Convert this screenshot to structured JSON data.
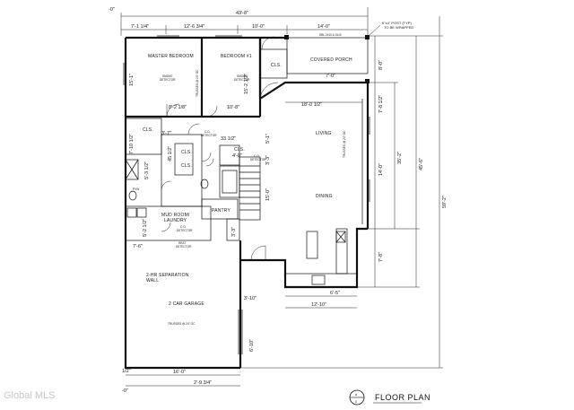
{
  "title": "FLOOR PLAN",
  "section_marker": {
    "top": "A",
    "bottom": "6"
  },
  "watermark": "Global MLS",
  "post_note": {
    "line1": "6\"x4\" POST (TYP)",
    "line2": "TO BE WRAPPED"
  },
  "header_note": "DBL 2x10 & 2x10",
  "rooms": {
    "master_bedroom": "MASTER BEDROOM",
    "bedroom1": "BEDROOM #1",
    "covered_porch": "COVERED PORCH",
    "cls_bed": "CLS.",
    "cls_left": "CLS.",
    "cls_small1": "CLS.",
    "cls_small2": "CLS.",
    "cls_hall": "CLS.",
    "living": "LIVING",
    "dining": "DINING",
    "mudroom": "MUD ROOM/",
    "laundry": "LAUNDRY",
    "pantry": "PANTRY",
    "garage": "2 CAR GARAGE",
    "separation1": "2-HR SEPARATION",
    "separation2": "WALL"
  },
  "notes": {
    "smoke1a": "SMOKE",
    "smoke1b": "DETECTOR",
    "smoke2a": "SMOKE",
    "smoke2b": "DETECTOR",
    "co1a": "C.O.",
    "co1b": "DETECTOR",
    "co2a": "C.O.",
    "co2b": "DETECTOR",
    "co3a": "C.O.",
    "co3b": "DETECTOR",
    "heat1": "HEAT",
    "heat2": "DETECTOR",
    "trusses_garage": "TRUSSES @ 24\" OC",
    "trusses_living": "TRUSSES @ 24\" OC",
    "trusses_bed": "TRUSSES @ 24\" OC",
    "pvw": "PVW"
  },
  "dimensions": {
    "overall_width": "43'-8\"",
    "top_left_frag": "-0\"",
    "top1": "7'-1 1/4\"",
    "top2": "12'-6 3/4\"",
    "top3": "10'-0\"",
    "top4": "14'-0\"",
    "porch_depth": "7'-0\"",
    "master_depth": "15'-1\"",
    "bed1_depth": "15'-2 1/2\"",
    "bed1_width": "10'-8\"",
    "master_closet": "8'-2 1/8\"",
    "living_width": "18'-0 1/2\"",
    "hall_width": "33 1/2\"",
    "cls_width": "4'-0\"",
    "hall_depth": "3'-7\"",
    "left_cls": "7'-10 1/2\"",
    "bath_a": "45 1/2\"",
    "bath_b": "5'-3 1/2\"",
    "stair_a": "5'-1\"",
    "stair_b": "3'-3\"",
    "stair_c": "15'-0\"",
    "laundry_h": "5'-2 1/2\"",
    "laundry_w": "7'-6\"",
    "pantry_h": "3'-3\"",
    "right_a": "8'-0\"",
    "right_b": "7'-8 1/2\"",
    "right_c": "14'-0\"",
    "right_d": "7'-8\"",
    "right_total1": "35'-2\"",
    "right_total2": "45'-6\"",
    "right_total3": "59'-2\"",
    "kitchen_w": "6'-5\"",
    "kitchen_total": "12'-10\"",
    "garage_step": "3'-10\"",
    "garage_depth": "6'-10\"",
    "garage_w": "16'-0\"",
    "garage_bottom": "2'-9 3/4\"",
    "left_frag1": "1/2\"",
    "left_frag2": "-0\""
  }
}
